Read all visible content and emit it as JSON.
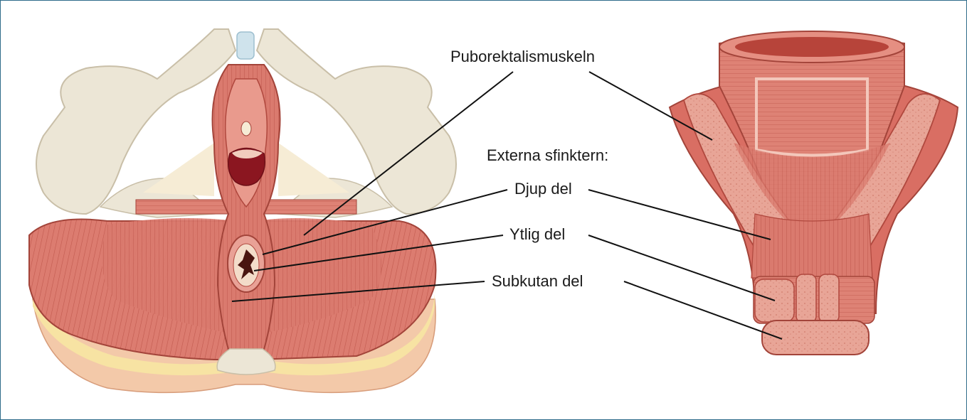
{
  "labels": {
    "puborectalis": "Puborektalismuskeln",
    "external_sphincter_heading": "Externa sfinktern:",
    "deep_part": "Djup del",
    "superficial_part": "Ytlig del",
    "subcutaneous_part": "Subkutan del"
  },
  "colors": {
    "frame_border": "#2f6b8a",
    "muscle": "#d9776c",
    "muscle_dark": "#b8463d",
    "muscle_light": "#e9a196",
    "bone": "#ece6d6",
    "fat": "#f7e3a3",
    "skin": "#f3c9a9",
    "leader_line": "#111111"
  }
}
